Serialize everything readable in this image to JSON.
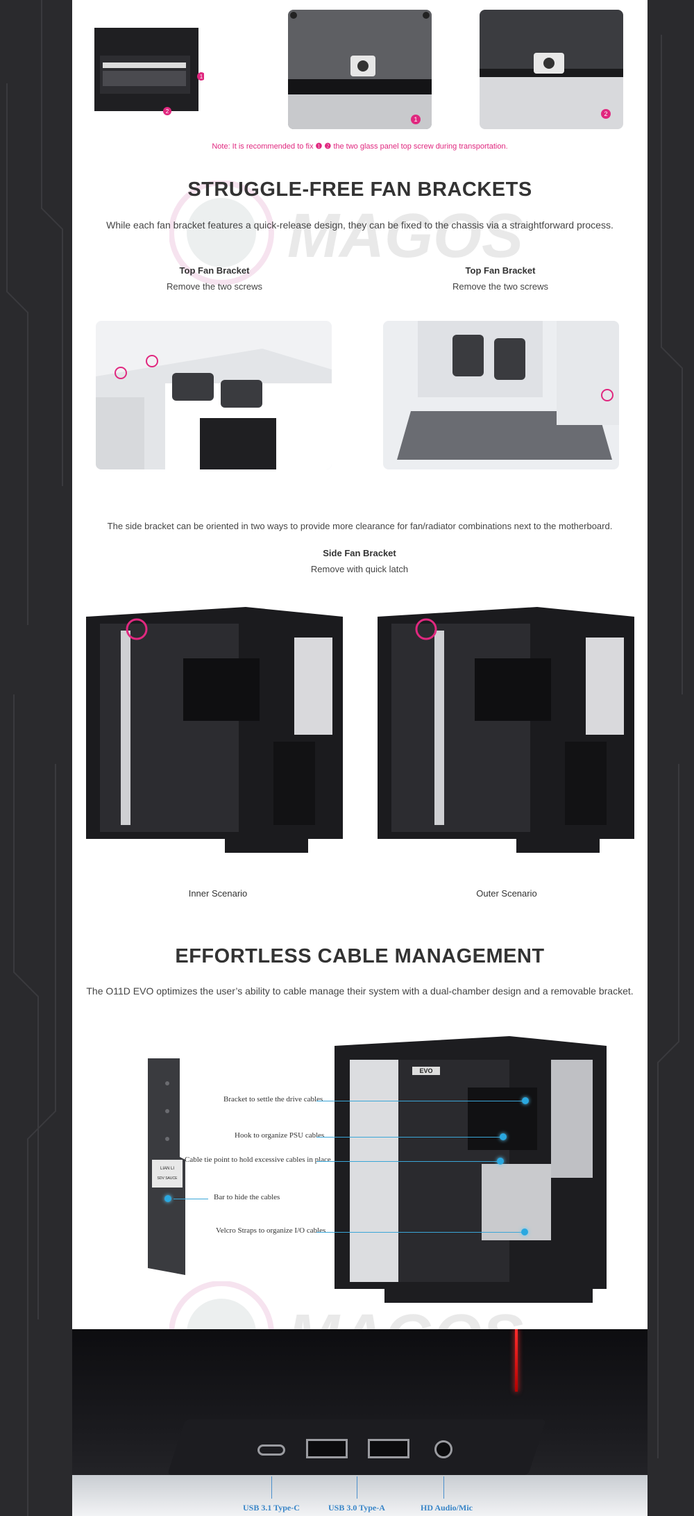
{
  "note": {
    "prefix": "Note: It is recommended to fix ",
    "markers": "❶ ❷",
    "suffix": " the two glass panel top screw during transportation."
  },
  "fan_brackets": {
    "title": "STRUGGLE-FREE FAN BRACKETS",
    "description": "While each fan bracket features a quick-release design, they can be fixed to the chassis via a straightforward process.",
    "top_left": {
      "title": "Top Fan Bracket",
      "subtitle": "Remove the two screws"
    },
    "top_right": {
      "title": "Top Fan Bracket",
      "subtitle": "Remove the two screws"
    },
    "side_description": "The side bracket can be oriented in two ways to provide more clearance for fan/radiator combinations next to the motherboard.",
    "side": {
      "title": "Side Fan Bracket",
      "subtitle": "Remove with quick latch"
    },
    "scenarios": [
      "Inner Scenario",
      "Outer Scenario"
    ]
  },
  "cable_management": {
    "title": "EFFORTLESS CABLE MANAGEMENT",
    "description": "The O11D EVO optimizes the user’s ability to cable manage their system with a dual-chamber design and a removable bracket.",
    "callouts": [
      "Bracket to settle the drive cables",
      "Hook to organize PSU cables",
      "Cable tie point to hold excessive cables in place",
      "Bar to hide the cables",
      "Velcro Straps to organize I/O cables"
    ],
    "bracket_label_1": "LIAN LI",
    "bracket_label_2": "SDV SAUCE",
    "case_badge": "EVO"
  },
  "markers": {
    "one": "1",
    "two": "2"
  },
  "io_ports": [
    "USB 3.1 Type-C",
    "USB 3.0 Type-A",
    "HD Audio/Mic"
  ],
  "watermark_text": "MAGOS",
  "colors": {
    "accent_pink": "#e0287f",
    "callout_blue": "#2aa8e0",
    "io_label_blue": "#3a86c8"
  }
}
